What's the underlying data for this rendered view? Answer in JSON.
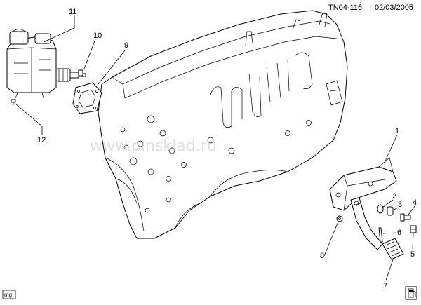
{
  "header": {
    "code": "TN04-116",
    "date": "02/03/2005"
  },
  "watermark": "www.pinsklad.ru",
  "corner_tag": "mg",
  "callouts": [
    {
      "id": "1",
      "label": "1"
    },
    {
      "id": "2",
      "label": "2"
    },
    {
      "id": "3",
      "label": "3"
    },
    {
      "id": "4",
      "label": "4"
    },
    {
      "id": "5",
      "label": "5"
    },
    {
      "id": "6",
      "label": "6"
    },
    {
      "id": "7",
      "label": "7"
    },
    {
      "id": "8",
      "label": "8"
    },
    {
      "id": "9",
      "label": "9"
    },
    {
      "id": "10",
      "label": "10"
    },
    {
      "id": "11",
      "label": "11"
    },
    {
      "id": "12",
      "label": "12"
    }
  ]
}
